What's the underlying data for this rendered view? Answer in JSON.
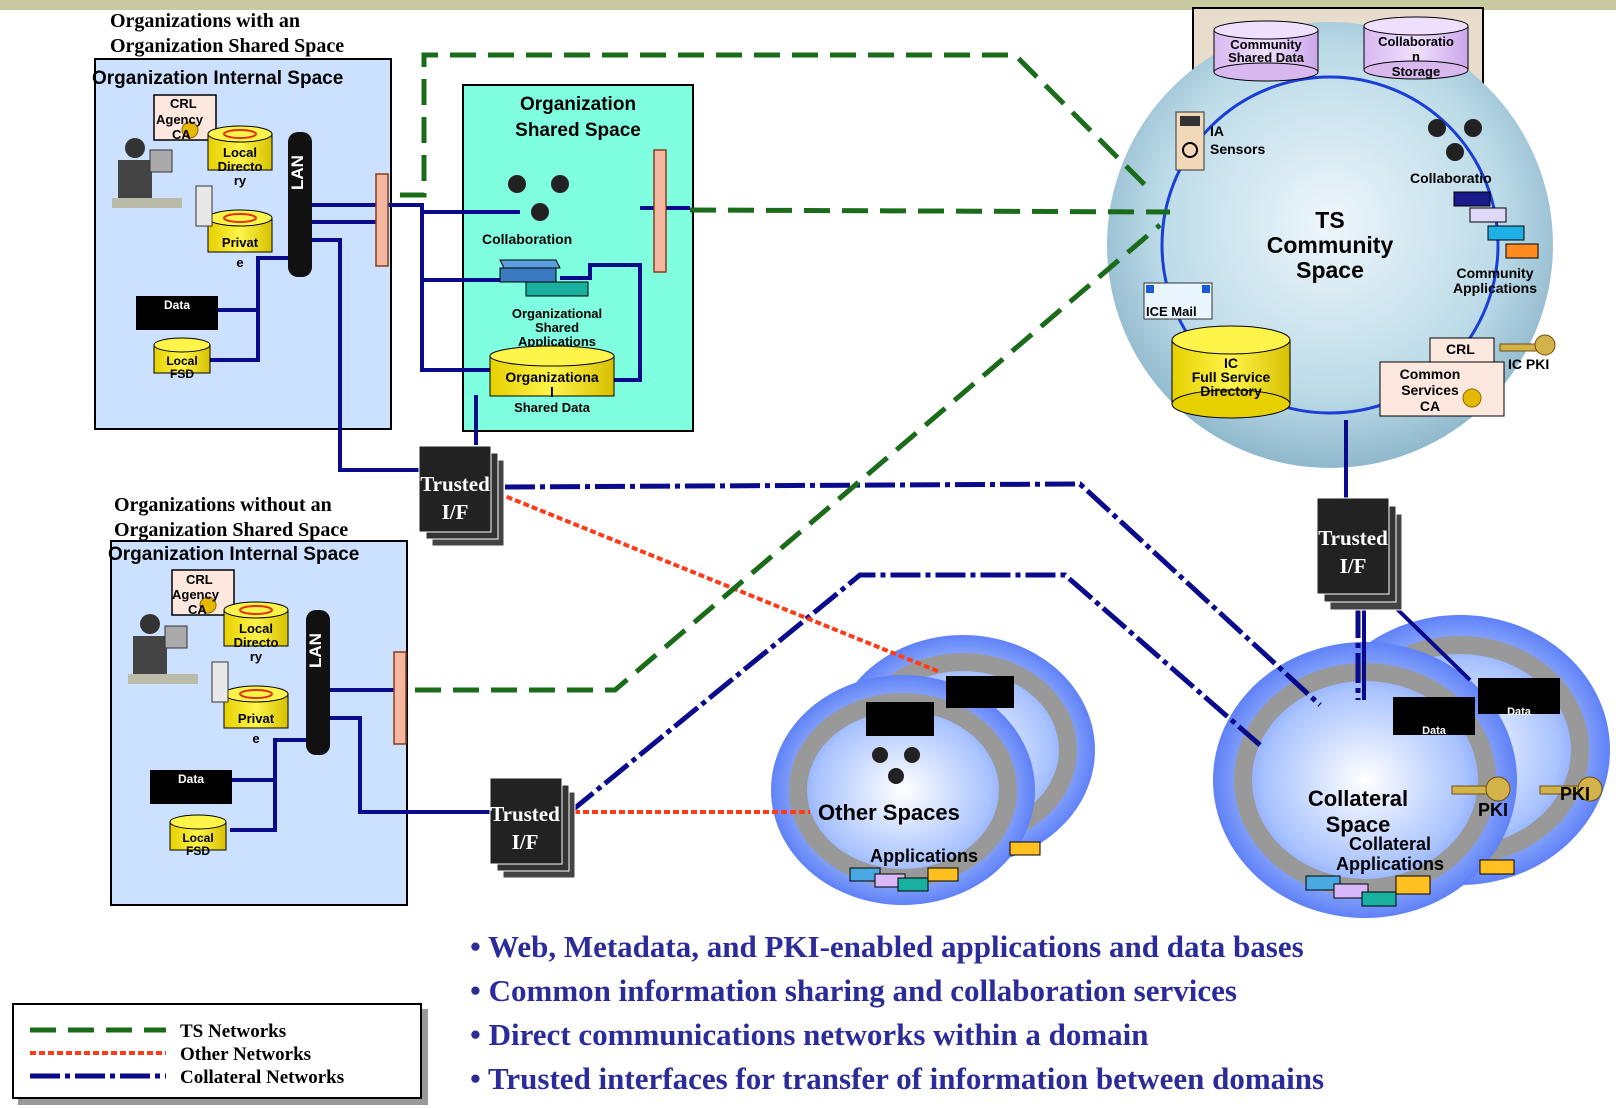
{
  "orgs_with": {
    "heading_line1": "Organizations with an",
    "heading_line2": "Organization Shared Space",
    "internal_title": "Organization Internal Space",
    "crl": "CRL",
    "agency_ca_1": "Agency",
    "agency_ca_2": "CA",
    "local_dir_1": "Local",
    "local_dir_2": "Directo",
    "local_dir_3": "ry",
    "private_1": "Privat",
    "private_2": "e",
    "lan": "LAN",
    "data": "Data",
    "local_fsd_1": "Local",
    "local_fsd_2": "FSD"
  },
  "org_shared": {
    "title_1": "Organization",
    "title_2": "Shared Space",
    "collaboration": "Collaboration",
    "apps_1": "Organizational",
    "apps_2": "Shared",
    "apps_3": "Applications",
    "data_1": "Organizationa",
    "data_2": "l",
    "data_3": "Shared Data"
  },
  "trusted_1": {
    "line1": "Trusted",
    "line2": "I/F"
  },
  "trusted_2": {
    "line1": "Trusted",
    "line2": "I/F"
  },
  "trusted_3": {
    "line1": "Trusted",
    "line2": "I/F"
  },
  "orgs_without": {
    "heading_line1": "Organizations without an",
    "heading_line2": "Organization Shared Space",
    "internal_title": "Organization Internal Space",
    "crl": "CRL",
    "agency_ca_1": "Agency",
    "agency_ca_2": "CA",
    "local_dir_1": "Local",
    "local_dir_2": "Directo",
    "local_dir_3": "ry",
    "private_1": "Privat",
    "private_2": "e",
    "lan": "LAN",
    "data": "Data",
    "local_fsd_1": "Local",
    "local_fsd_2": "FSD"
  },
  "community_storage": {
    "shared_data_1": "Community",
    "shared_data_2": "Shared Data",
    "collab_storage_1": "Collaboratio",
    "collab_storage_2": "n",
    "collab_storage_3": "Storage"
  },
  "ts_community": {
    "title_1": "TS",
    "title_2": "Community",
    "title_3": "Space",
    "ia_1": "IA",
    "ia_2": "Sensors",
    "collaboration": "Collaboratio",
    "apps_1": "Community",
    "apps_2": "Applications",
    "ice_mail": "ICE Mail",
    "ic_dir_1": "IC",
    "ic_dir_2": "Full Service",
    "ic_dir_3": "Directory",
    "crl": "CRL",
    "common_1": "Common",
    "common_2": "Services",
    "common_3": "CA",
    "ic_pki": "IC PKI"
  },
  "other_spaces": {
    "title": "Other Spaces",
    "applications": "Applications"
  },
  "collateral": {
    "title_1": "Collateral",
    "title_2": "Space",
    "apps_1": "Collateral",
    "apps_2": "Applications",
    "data_a": "Data",
    "data_b": "Data",
    "pki_a": "PKI",
    "pki_b": "PKI"
  },
  "bullets": [
    "• Web, Metadata, and PKI-enabled applications and data bases",
    "• Common information sharing and collaboration services",
    "• Direct communications networks within a domain",
    "• Trusted interfaces for transfer of information between domains"
  ],
  "legend": {
    "ts": "TS Networks",
    "other": "Other Networks",
    "collateral": "Collateral Networks"
  },
  "colors": {
    "ts_network": "#1a6b1a",
    "other_network": "#ff3b1a",
    "collateral_network": "#0a0a8c",
    "internal_space": "#cce0ff",
    "shared_space": "#80ffe0",
    "bullet_text": "#2b2b9a"
  }
}
